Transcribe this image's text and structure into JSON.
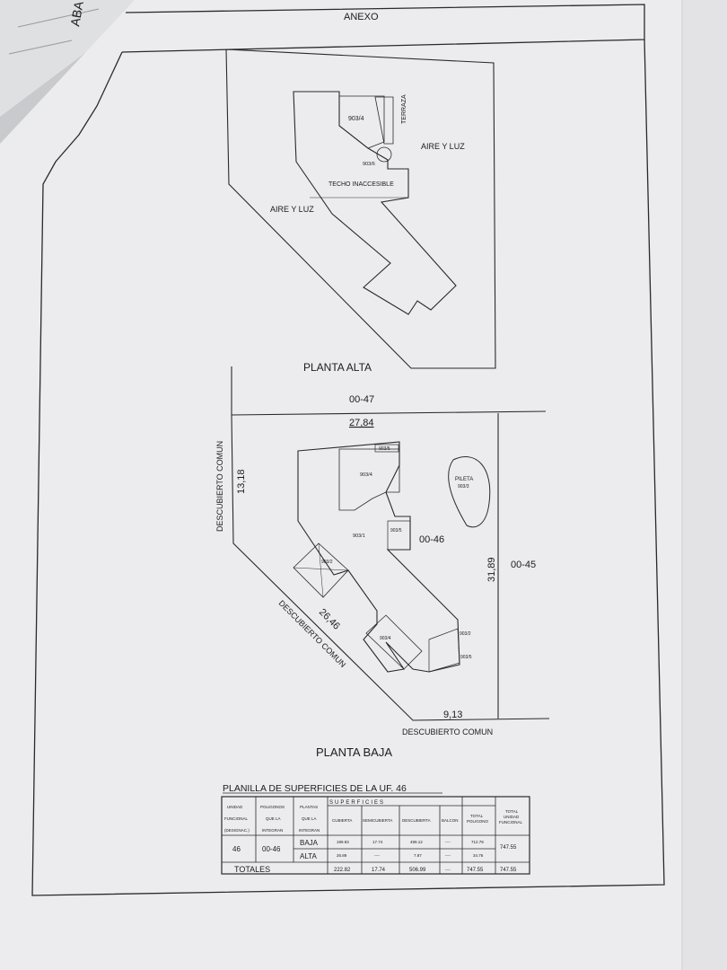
{
  "sheet": {
    "title": "ANEXO",
    "corner_stamp": "ABA"
  },
  "planta_alta": {
    "label": "PLANTA ALTA",
    "aire_luz_right": "AIRE Y LUZ",
    "aire_luz_left": "AIRE Y LUZ",
    "terraza": "TERRAZA",
    "poligono_903_4": "903/4",
    "poligono_903_6": "903/6",
    "techo": "TECHO INACCESIBLE"
  },
  "planta_baja": {
    "label": "PLANTA BAJA",
    "top_code": "00-47",
    "top_dim": "27,84",
    "left_dim": "13,18",
    "left_label": "DESCUBIERTO COMUN",
    "diag_dim": "26,46",
    "diag_label": "DESCUBIERTO COMUN",
    "bottom_dim": "9,13",
    "bottom_label": "DESCUBIERTO COMUN",
    "right_dim": "31,89",
    "right_code": "00-45",
    "center_code": "00-46",
    "pileta": "PILETA",
    "pileta_code": "903/3",
    "p_903_5_top": "903/5",
    "p_903_4_top": "903/4",
    "p_903_1": "903/1",
    "p_903_5_mid": "903/5",
    "p_903_2": "903/2",
    "p_903_4_low": "903/4",
    "p_903_2_right": "903/2",
    "p_903_5_right": "903/5"
  },
  "planilla": {
    "title": "PLANILLA DE SUPERFICIES DE LA UF. 46",
    "superficies": "SUPERFICIES",
    "headers": {
      "unidad": [
        "UNIDAD",
        "FUNCIONAL",
        "(DESIGNAC.)"
      ],
      "poligonos": [
        "POLIGONOS",
        "QUE LA",
        "INTEGRAN"
      ],
      "plantas": [
        "PLANTAS",
        "QUE LA",
        "INTEGRAN"
      ],
      "cubierta": "CUBIERTA",
      "semicubierta": "SEMICUBIERTA",
      "descubierta": "DESCUBIERTA",
      "balcon": "BALCON",
      "total_poligono": [
        "TOTAL",
        "POLIGONO"
      ],
      "total_unidad": [
        "TOTAL",
        "UNIDAD",
        "FUNCIONAL"
      ]
    },
    "row": {
      "unidad": "46",
      "poligono": "00-46",
      "planta_baja": "BAJA",
      "planta_alta": "ALTA",
      "baja": {
        "cubierta": "199.93",
        "semicubierta": "17.74",
        "descubierta": "499.12",
        "balcon": "----",
        "total": "712.79"
      },
      "alta": {
        "cubierta": "26.89",
        "semicubierta": "----",
        "descubierta": "7.87",
        "balcon": "----",
        "total": "34.76"
      },
      "total_uf": "747.55"
    },
    "totales": {
      "label": "TOTALES",
      "cubierta": "222.82",
      "semicubierta": "17.74",
      "descubierta": "506.99",
      "balcon": "----",
      "total_poligono": "747.55",
      "total_uf": "747.55"
    }
  }
}
